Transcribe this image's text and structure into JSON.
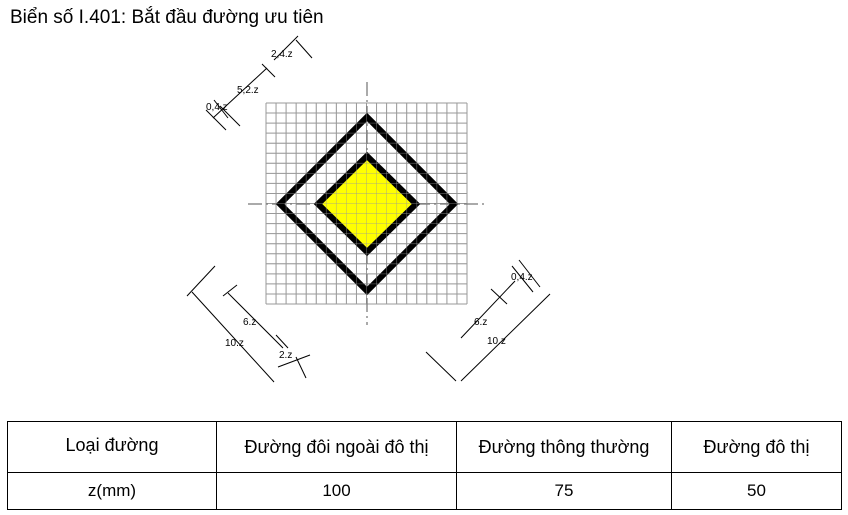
{
  "title": "Biển số I.401: Bắt đầu đường ưu tiên",
  "colors": {
    "sign_fill": "#ffff00",
    "border": "#000000",
    "grid": "#999999"
  },
  "dimensions": {
    "top_offset": "2,4.z",
    "mid_offset": "5,2.z",
    "small_offset": "0,4.z",
    "left_inner": "6.z",
    "left_outer": "10.z",
    "left_gap": "2.z",
    "right_small": "0,4.z",
    "right_inner": "6.z",
    "right_outer": "10.z"
  },
  "table": {
    "headers": [
      "Loại đường",
      "Đường đôi ngoài đô thị",
      "Đường thông thường",
      "Đường đô thị"
    ],
    "row_label": "z(mm)",
    "values": [
      "100",
      "75",
      "50"
    ]
  }
}
